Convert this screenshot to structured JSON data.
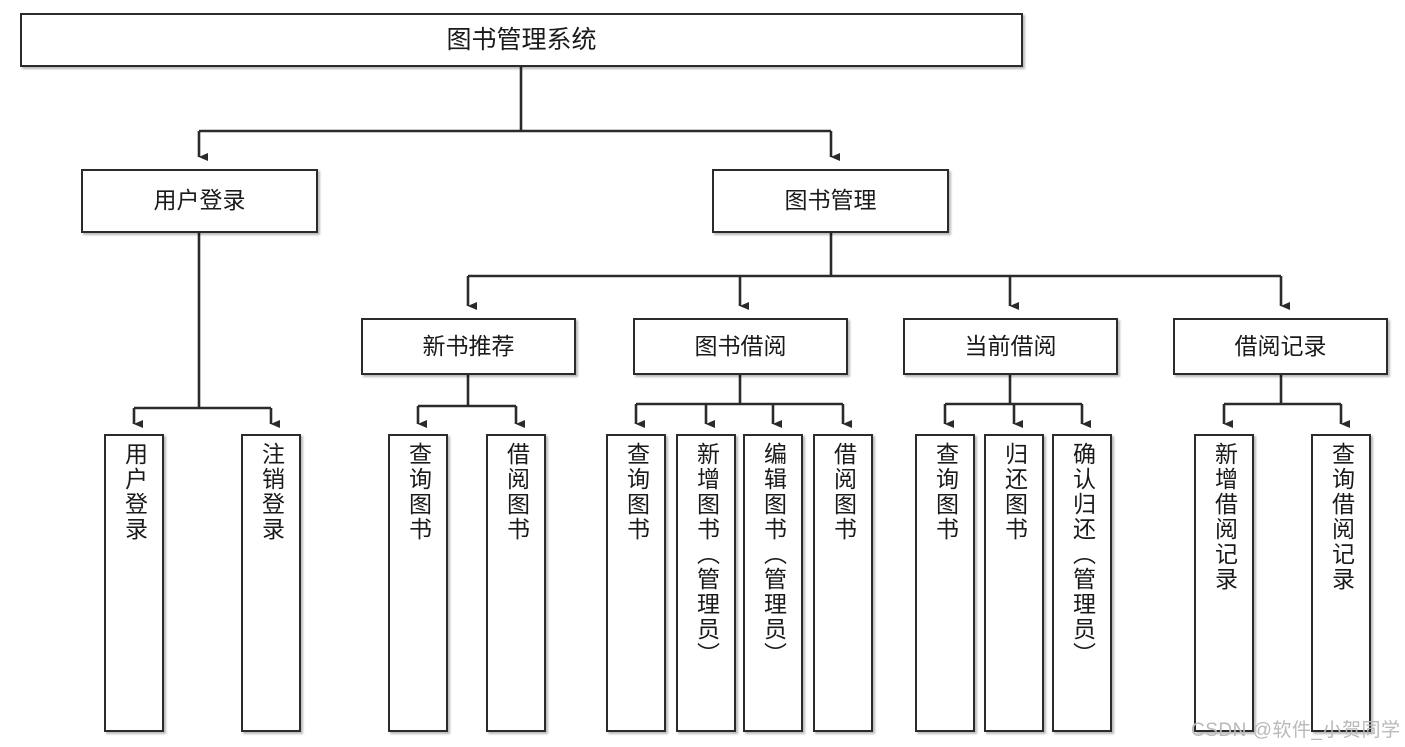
{
  "diagram": {
    "title": "图书管理系统",
    "type": "tree-hierarchy-chart",
    "root": {
      "label": "图书管理系统"
    },
    "level2": [
      {
        "label": "用户登录"
      },
      {
        "label": "图书管理"
      }
    ],
    "level3": [
      {
        "label": "新书推荐"
      },
      {
        "label": "图书借阅"
      },
      {
        "label": "当前借阅"
      },
      {
        "label": "借阅记录"
      }
    ],
    "leaves": {
      "user_login": [
        {
          "label": "用户登录"
        },
        {
          "label": "注销登录"
        }
      ],
      "new_book_recommend": [
        {
          "label": "查询图书"
        },
        {
          "label": "借阅图书"
        }
      ],
      "book_borrow": [
        {
          "label": "查询图书"
        },
        {
          "label": "新增图书（管理员）"
        },
        {
          "label": "编辑图书（管理员）"
        },
        {
          "label": "借阅图书"
        }
      ],
      "current_borrow": [
        {
          "label": "查询图书"
        },
        {
          "label": "归还图书"
        },
        {
          "label": "确认归还（管理员）"
        }
      ],
      "borrow_record": [
        {
          "label": "新增借阅记录"
        },
        {
          "label": "查询借阅记录"
        }
      ]
    }
  },
  "watermark": {
    "text": "CSDN @软件_小贺同学"
  },
  "colors": {
    "border": "#2b2b2b",
    "background": "#ffffff",
    "text": "#1a1a1a",
    "watermark": "#b9b9b9"
  }
}
